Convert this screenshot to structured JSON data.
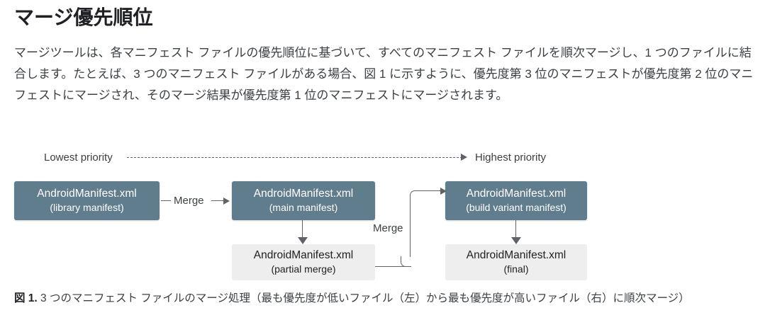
{
  "page": {
    "title": "マージ優先順位",
    "intro": "マージツールは、各マニフェスト ファイルの優先順位に基づいて、すべてのマニフェスト ファイルを順次マージし、1 つのファイルに結合します。たとえば、3 つのマニフェスト ファイルがある場合、図 1 に示すように、優先度第 3 位のマニフェストが優先度第 2 位のマニフェストにマージされ、そのマージ結果が優先度第 1 位のマニフェストにマージされます。"
  },
  "diagram": {
    "axis": {
      "lowest_label": "Lowest priority",
      "highest_label": "Highest priority",
      "arrow_icon": "dashed-arrow-right-icon"
    },
    "nodes": [
      {
        "id": "library",
        "title": "AndroidManifest.xml",
        "subtitle": "(library manifest)",
        "style": "teal"
      },
      {
        "id": "main",
        "title": "AndroidManifest.xml",
        "subtitle": "(main manifest)",
        "style": "teal"
      },
      {
        "id": "build-variant",
        "title": "AndroidManifest.xml",
        "subtitle": "(build variant manifest)",
        "style": "teal"
      },
      {
        "id": "partial-merge",
        "title": "AndroidManifest.xml",
        "subtitle": "(partial merge)",
        "style": "grey"
      },
      {
        "id": "final",
        "title": "AndroidManifest.xml",
        "subtitle": "(final)",
        "style": "grey"
      }
    ],
    "connectors": [
      {
        "id": "library-to-main",
        "label": "Merge",
        "icon": "arrow-right-icon"
      },
      {
        "id": "main-to-partial",
        "label": "",
        "icon": "arrow-down-icon"
      },
      {
        "id": "partial-to-build-variant",
        "label": "Merge",
        "icon": "elbow-arrow-right-icon"
      },
      {
        "id": "build-variant-to-final",
        "label": "",
        "icon": "arrow-down-icon"
      }
    ]
  },
  "caption": {
    "label": "図 1.",
    "text": " 3 つのマニフェスト ファイルのマージ処理（最も優先度が低いファイル（左）から最も優先度が高いファイル（右）に順次マージ）"
  },
  "colors": {
    "node_teal": "#5f7d8c",
    "node_grey": "#eeeeee",
    "text_dark": "#202124",
    "text_body": "#3c4043",
    "connector": "#5f6368",
    "background": "#ffffff"
  }
}
